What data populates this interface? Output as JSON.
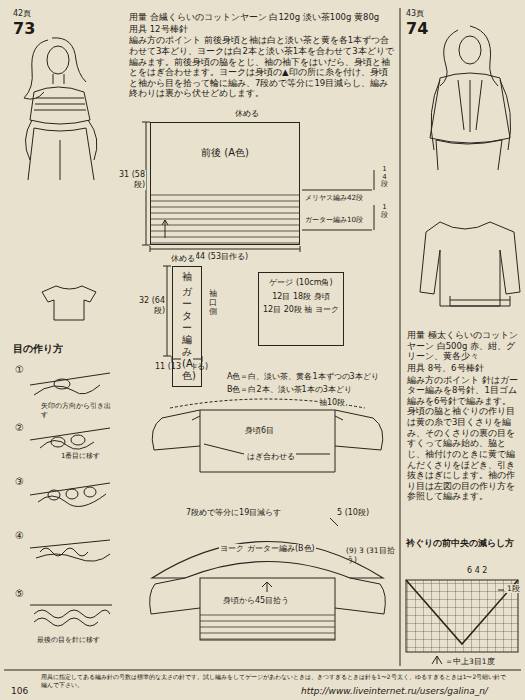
{
  "diagram": {
    "nodes": [
      {
        "text": [
          "前後 (A色)"
        ]
      },
      {
        "text": [
          "袖",
          "ガーター編み (A色)"
        ]
      },
      {
        "text": [
          "ゲージ (10cm角)",
          "12目 18段 身頃",
          "12目 20段 袖 ヨーク"
        ]
      },
      {
        "text": [
          "ヨーク ガーター編み(B色)"
        ]
      }
    ],
    "labels": [
      "42頁",
      "73",
      "用量 合繊くらいのコットンヤーン 白120g 淡い茶100g 黄80g",
      "用具 12号棒針",
      "編み方のポイント 前後身頃と袖は白と淡い茶と黄を各1本ずつ合わせて3本どり、ヨークは白2本と淡い茶1本を合わせて3本どりで編みます。前後身頃の脇をとじ、袖の袖下をはいだら、身頃と袖とをはぎ合わせます。ヨークは身頃の▲印の所に糸を付け、身頃と袖から目を拾って輪に編み、7段めで等分に19目減らし、編み終わりは裏から伏せどめします。",
      "休める",
      "31 (58段)",
      "メリヤス編み42段",
      "ガーター編み10段",
      "14段",
      "1段",
      "44 (53目作る)",
      "休める",
      "32 (64段)",
      "11 (13目作る)",
      "袖口側",
      "A色＝白、淡い茶、黄各1本ずつの3本どり",
      "B色＝白2本、淡い茶1本の3本どり",
      "袖10段",
      "身頃6目",
      "はぎ合わせる",
      "7段めで等分に19目減らす",
      "5 (10段)",
      "(9) 3 (31目拾う)",
      "身頃から45目拾う",
      "目の作り方",
      "①",
      "矢印の方向から引き出す",
      "②",
      "1番目に移す",
      "③",
      "④",
      "⑤",
      "最後の目を針に移す",
      "43頁",
      "74",
      "用量 極太くらいのコットンヤーン 白500g 赤、紺、グリーン、黄各少々",
      "用具 8号、6号棒針",
      "編み方のポイント 針はガーター編みを8号針、1目ゴム編みを6号針で編みます。身頃の脇と袖ぐりの作り目は黄の糸で3目くさりを編み、そのくさりの裏の目をすくって編み始め、脇とじ、袖付けのときに黄で編んだくさりをほどき、引き抜きはぎにします。袖の作り目は左図の目の作り方を参照して編みます。",
      "衿ぐりの前中央の減らし方",
      "6 4 2",
      "1段",
      "＝中上3目1度",
      "106",
      "用具に指定してある編み針の号数は標準的な太さの針です。試し編みをしてゲージがあわないときは、きつすぎるときは針を1〜2号太く、ゆるすぎるときは1〜2号細い針で編んで下さい。",
      "http://www.liveinternet.ru/users/galina_n/"
    ]
  }
}
